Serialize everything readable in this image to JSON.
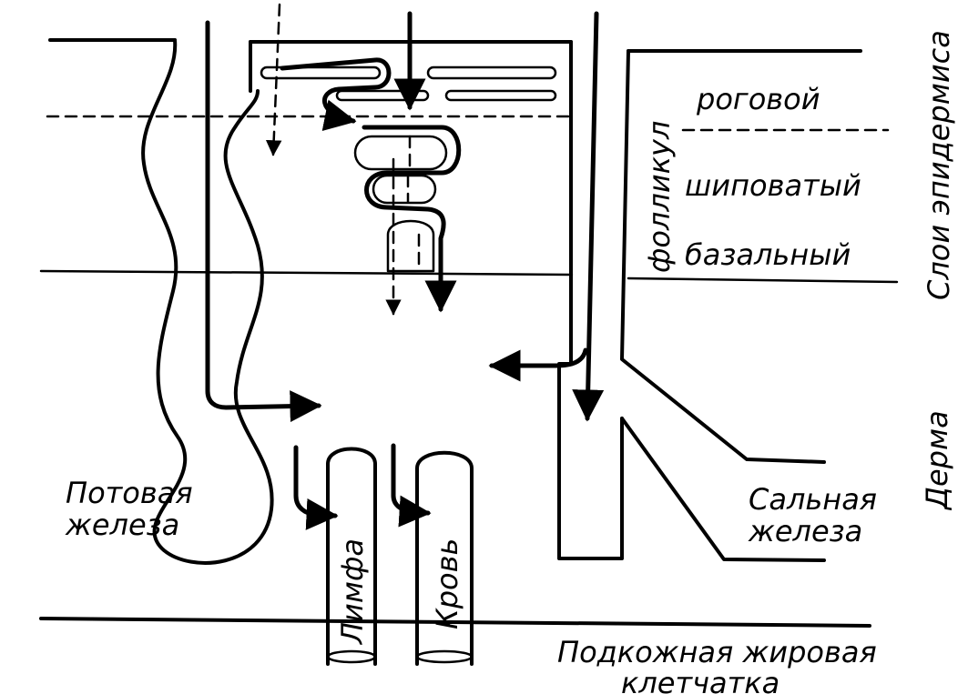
{
  "labels": {
    "rogovoy": "роговой",
    "shipovaty": "шиповатый",
    "bazalny": "базальный",
    "sloi_epidermisa": "Слои эпидермиса",
    "follikul": "фолликул",
    "derma": "Дерма",
    "potovaya": "Потовая",
    "zheleza": "железа",
    "salnaya": "Сальная",
    "zheleza2": "железа",
    "limfa": "Лимфа",
    "krov": "Кровь",
    "podkozhnaya": "Подкожная жировая",
    "kletchatka": "клетчатка"
  }
}
